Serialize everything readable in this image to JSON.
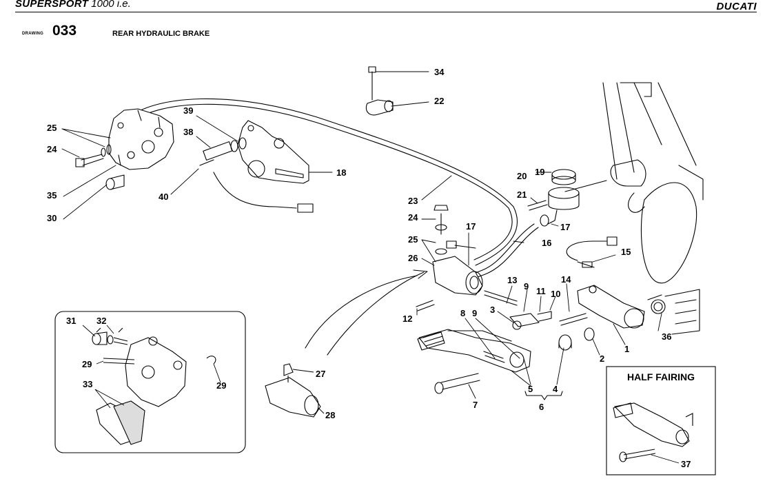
{
  "header": {
    "model_bold": "SUPERSPORT",
    "model_rest": " 1000 i.e.",
    "brand": "DUCATI"
  },
  "drawing": {
    "label": "DRAWING",
    "number": "033",
    "title": "REAR HYDRAULIC BRAKE"
  },
  "inset": {
    "title": "HALF FAIRING"
  },
  "callouts": {
    "c34": "34",
    "c22": "22",
    "c25a": "25",
    "c24a": "24",
    "c35": "35",
    "c30": "30",
    "c39": "39",
    "c38": "38",
    "c40": "40",
    "c18": "18",
    "c23": "23",
    "c20": "20",
    "c19": "19",
    "c21": "21",
    "c17a": "17",
    "c17b": "17",
    "c16": "16",
    "c24b": "24",
    "c25b": "25",
    "c26": "26",
    "c15": "15",
    "c12": "12",
    "c13": "13",
    "c9a": "9",
    "c11": "11",
    "c10": "10",
    "c14": "14",
    "c3": "3",
    "c8": "8",
    "c9b": "9",
    "c36": "36",
    "c1": "1",
    "c2": "2",
    "c4": "4",
    "c5": "5",
    "c6": "6",
    "c7": "7",
    "c31": "31",
    "c32": "32",
    "c29a": "29",
    "c29b": "29",
    "c33": "33",
    "c27": "27",
    "c28": "28",
    "c37": "37"
  }
}
